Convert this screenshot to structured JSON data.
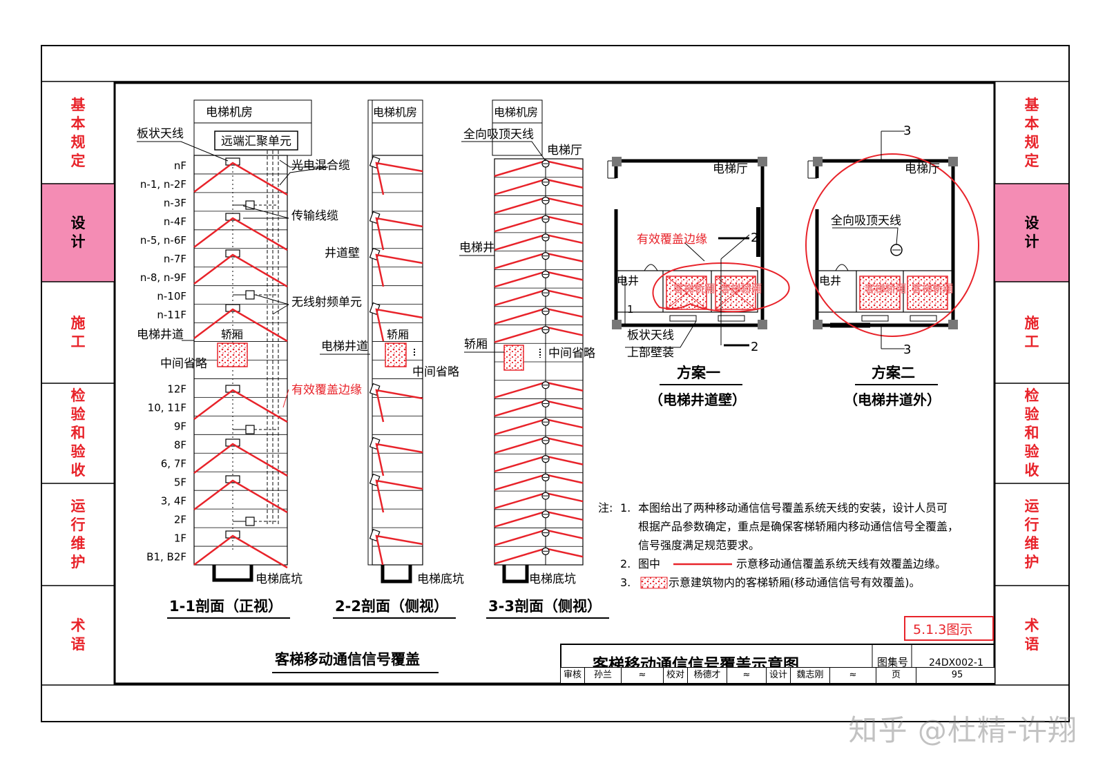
{
  "side_tabs": {
    "items": [
      {
        "label": "基本规定",
        "active": false
      },
      {
        "label": "设计",
        "active": true
      },
      {
        "label": "施工",
        "active": false
      },
      {
        "label": "检验和验收",
        "active": false
      },
      {
        "label": "运行维护",
        "active": false
      },
      {
        "label": "术语",
        "active": false
      }
    ],
    "active_bg": "#f48cb4",
    "text_color": "#e8232a"
  },
  "sec11": {
    "machine_room": "电梯机房",
    "remote_unit": "远端汇聚单元",
    "panel_antenna": "板状天线",
    "hybrid_cable": "光电混合缆",
    "trans_cable": "传输线缆",
    "shaft_wall": "井道壁",
    "rf_unit": "无线射频单元",
    "shaft": "电梯井道",
    "car": "轿厢",
    "omit": "中间省略",
    "coverage_edge": "有效覆盖边缘",
    "pit": "电梯底坑",
    "floors": [
      "nF",
      "n-1, n-2F",
      "n-3F",
      "n-4F",
      "n-5, n-6F",
      "n-7F",
      "n-8, n-9F",
      "n-10F",
      "n-11F",
      "12F",
      "10, 11F",
      "9F",
      "8F",
      "6, 7F",
      "5F",
      "3, 4F",
      "2F",
      "1F",
      "B1, B2F"
    ],
    "title": "1-1剖面（正视）"
  },
  "sec22": {
    "machine_room": "电梯机房",
    "shaft": "电梯井道",
    "car": "轿厢",
    "omit": "中间省略",
    "pit": "电梯底坑",
    "title": "2-2剖面（侧视）"
  },
  "sec33": {
    "machine_room": "电梯机房",
    "omni_antenna": "全向吸顶天线",
    "hall": "电梯厅",
    "shaft": "电梯井",
    "car": "轿厢",
    "omit": "中间省略",
    "pit": "电梯底坑",
    "title": "3-3剖面（侧视）"
  },
  "plan1": {
    "hall": "电梯厅",
    "coverage_edge": "有效覆盖边缘",
    "well": "电井",
    "car_a": "客梯轿厢",
    "car_b": "客梯轿厢",
    "antenna": "板状天线",
    "mount": "上部壁装",
    "mark_1": "1",
    "mark_2_top": "2",
    "mark_2_bot": "2",
    "title": "方案一",
    "subtitle": "（电梯井道壁）"
  },
  "plan2": {
    "hall": "电梯厅",
    "antenna": "全向吸顶天线",
    "well": "电井",
    "car_a": "客梯轿厢",
    "car_b": "客梯轿厢",
    "mark_3_top": "3",
    "mark_3_bot": "3",
    "title": "方案二",
    "subtitle": "（电梯井道外）"
  },
  "notes": {
    "prefix": "注:",
    "n1_num": "1.",
    "n1_l1": "本图给出了两种移动通信信号覆盖系统天线的安装，设计人员可",
    "n1_l2": "根据产品参数确定，重点是确保客梯轿厢内移动通信信号全覆盖，",
    "n1_l3": "信号强度满足规范要求。",
    "n2_num": "2.",
    "n2_a": "图中",
    "n2_b": "示意移动通信覆盖系统天线有效覆盖边缘。",
    "n3_num": "3.",
    "n3_b": "示意建筑物内的客梯轿厢(移动通信信号有效覆盖)。"
  },
  "figure_tag": "5.1.3图示",
  "drawing_subtitle": "客梯移动通信信号覆盖",
  "title_block": {
    "title": "客梯移动通信信号覆盖示意图",
    "atlas_label": "图集号",
    "atlas_no": "24DX002-1",
    "review_label": "审核",
    "reviewer": "孙兰",
    "check_label": "校对",
    "checker": "杨德才",
    "design_label": "设计",
    "designer": "魏志刚",
    "page_label": "页",
    "page_no": "95"
  },
  "watermark": "知乎 @杜精-许翔",
  "colors": {
    "line": "#000000",
    "accent": "#e8232a",
    "tab_active": "#f48cb4"
  }
}
